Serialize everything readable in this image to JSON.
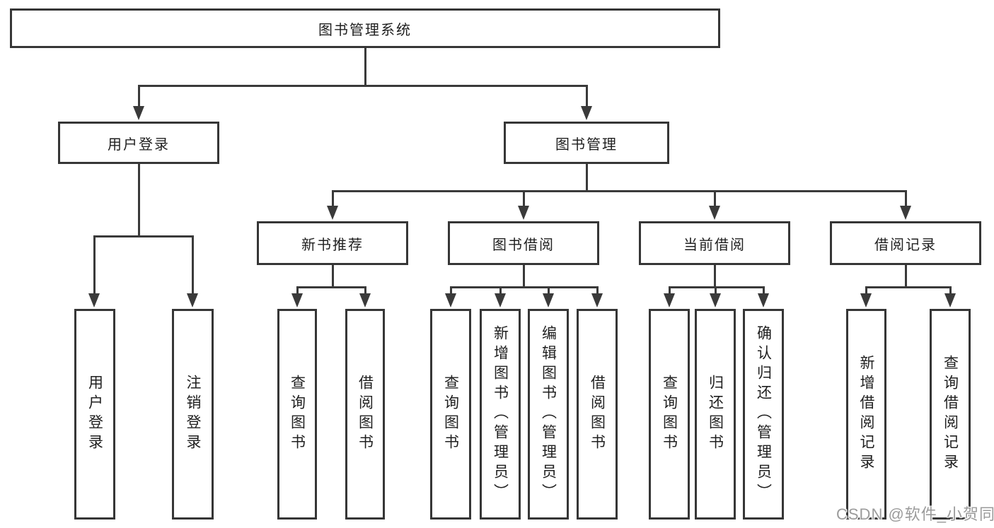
{
  "colors": {
    "line": "#3a3a3a",
    "box_border": "#363636",
    "box_fill": "#ffffff",
    "text": "#1f1f1f",
    "watermark": "#9b9b9b"
  },
  "tree": {
    "root": {
      "label": "图书管理系统"
    },
    "branches": [
      {
        "label": "用户登录",
        "children": [
          {
            "label": "用户登录"
          },
          {
            "label": "注销登录"
          }
        ]
      },
      {
        "label": "图书管理",
        "groups": [
          {
            "label": "新书推荐",
            "children": [
              {
                "label": "查询图书"
              },
              {
                "label": "借阅图书"
              }
            ]
          },
          {
            "label": "图书借阅",
            "children": [
              {
                "label": "查询图书"
              },
              {
                "label": "新增图书（管理员）"
              },
              {
                "label": "编辑图书（管理员）"
              },
              {
                "label": "借阅图书"
              }
            ]
          },
          {
            "label": "当前借阅",
            "children": [
              {
                "label": "查询图书"
              },
              {
                "label": "归还图书"
              },
              {
                "label": "确认归还（管理员）"
              }
            ]
          },
          {
            "label": "借阅记录",
            "children": [
              {
                "label": "新增借阅记录"
              },
              {
                "label": "查询借阅记录"
              }
            ]
          }
        ]
      }
    ]
  },
  "watermark": {
    "text": "CSDN @软件_小贺同学"
  }
}
